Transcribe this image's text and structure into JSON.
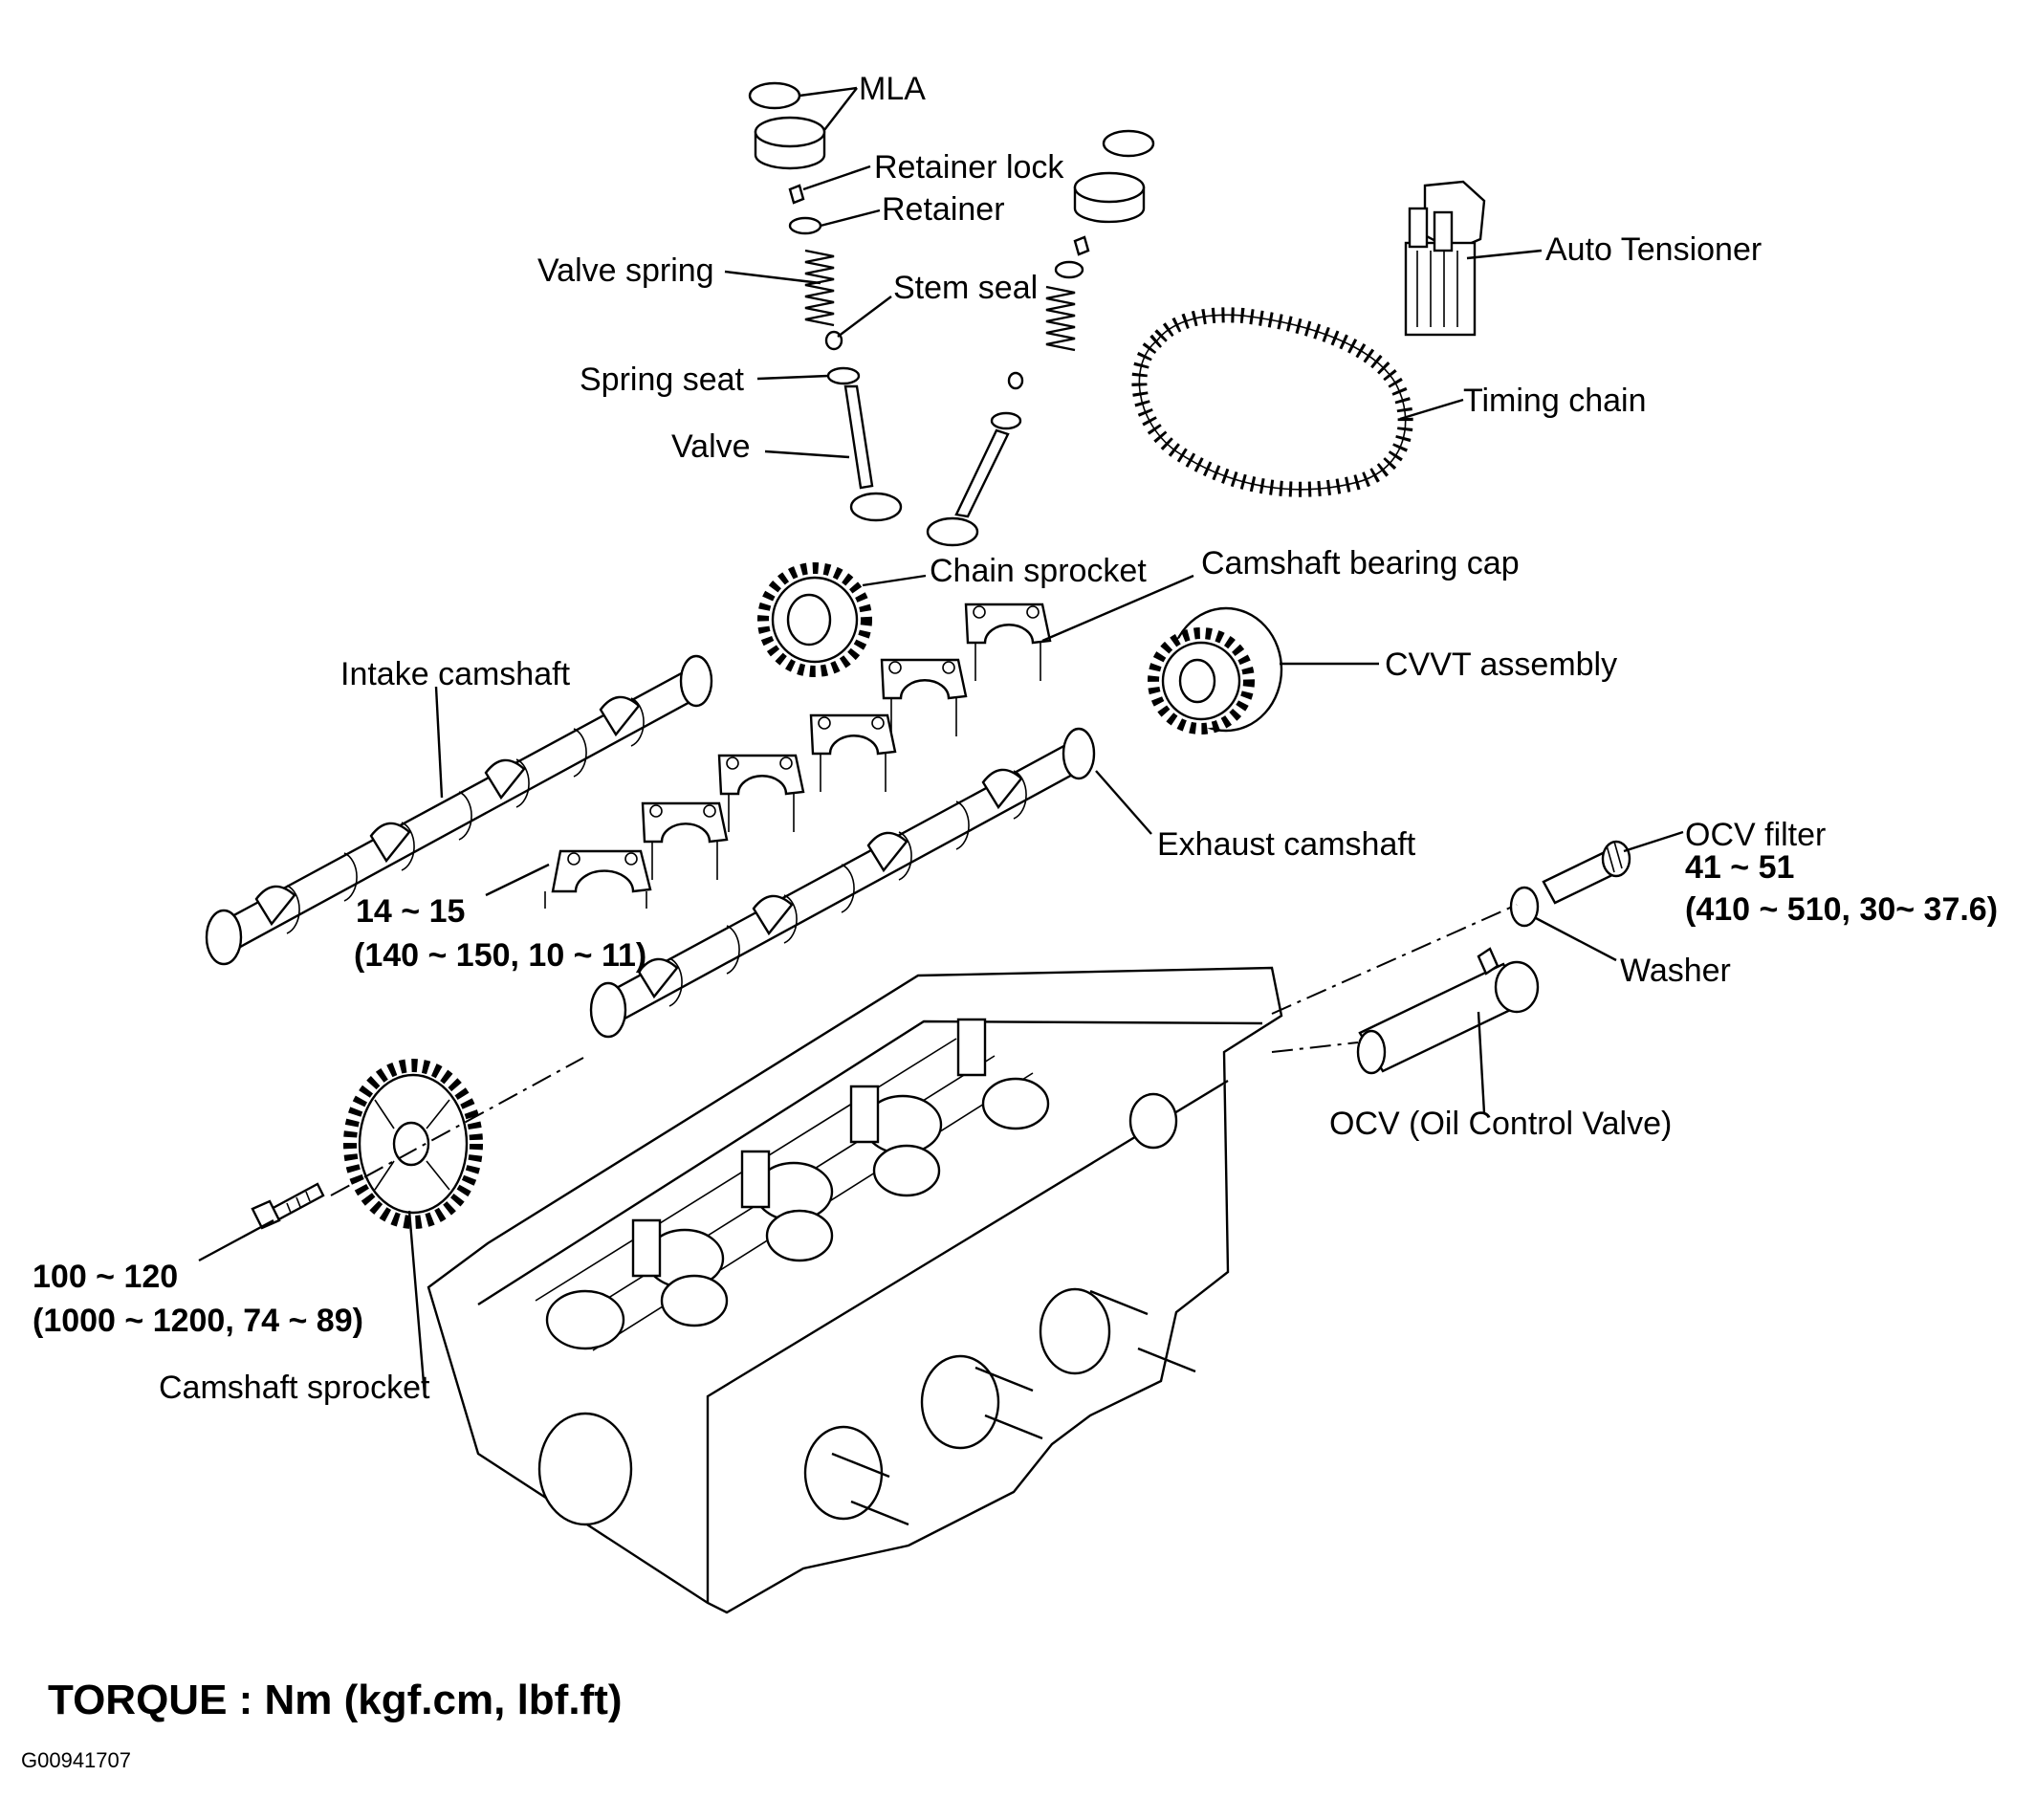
{
  "labels": {
    "mla": "MLA",
    "retainer_lock": "Retainer lock",
    "retainer": "Retainer",
    "valve_spring": "Valve spring",
    "stem_seal": "Stem seal",
    "spring_seat": "Spring seat",
    "valve": "Valve",
    "auto_tensioner": "Auto Tensioner",
    "timing_chain": "Timing chain",
    "chain_sprocket": "Chain sprocket",
    "camshaft_bearing_cap": "Camshaft bearing cap",
    "cvvt_assembly": "CVVT assembly",
    "intake_camshaft": "Intake camshaft",
    "exhaust_camshaft": "Exhaust camshaft",
    "ocv_filter": "OCV filter",
    "washer": "Washer",
    "ocv": "OCV (Oil Control Valve)",
    "camshaft_sprocket": "Camshaft sprocket"
  },
  "torques": {
    "bearing_cap_nm": "14 ~ 15",
    "bearing_cap_alt": "(140 ~ 150, 10 ~ 11)",
    "ocv_filter_nm": "41 ~ 51",
    "ocv_filter_alt": "(410 ~ 510, 30~ 37.6)",
    "sprocket_bolt_nm": "100 ~ 120",
    "sprocket_bolt_alt": "(1000 ~ 1200, 74 ~ 89)"
  },
  "legend": "TORQUE : Nm (kgf.cm, lbf.ft)",
  "figure_id": "G00941707"
}
